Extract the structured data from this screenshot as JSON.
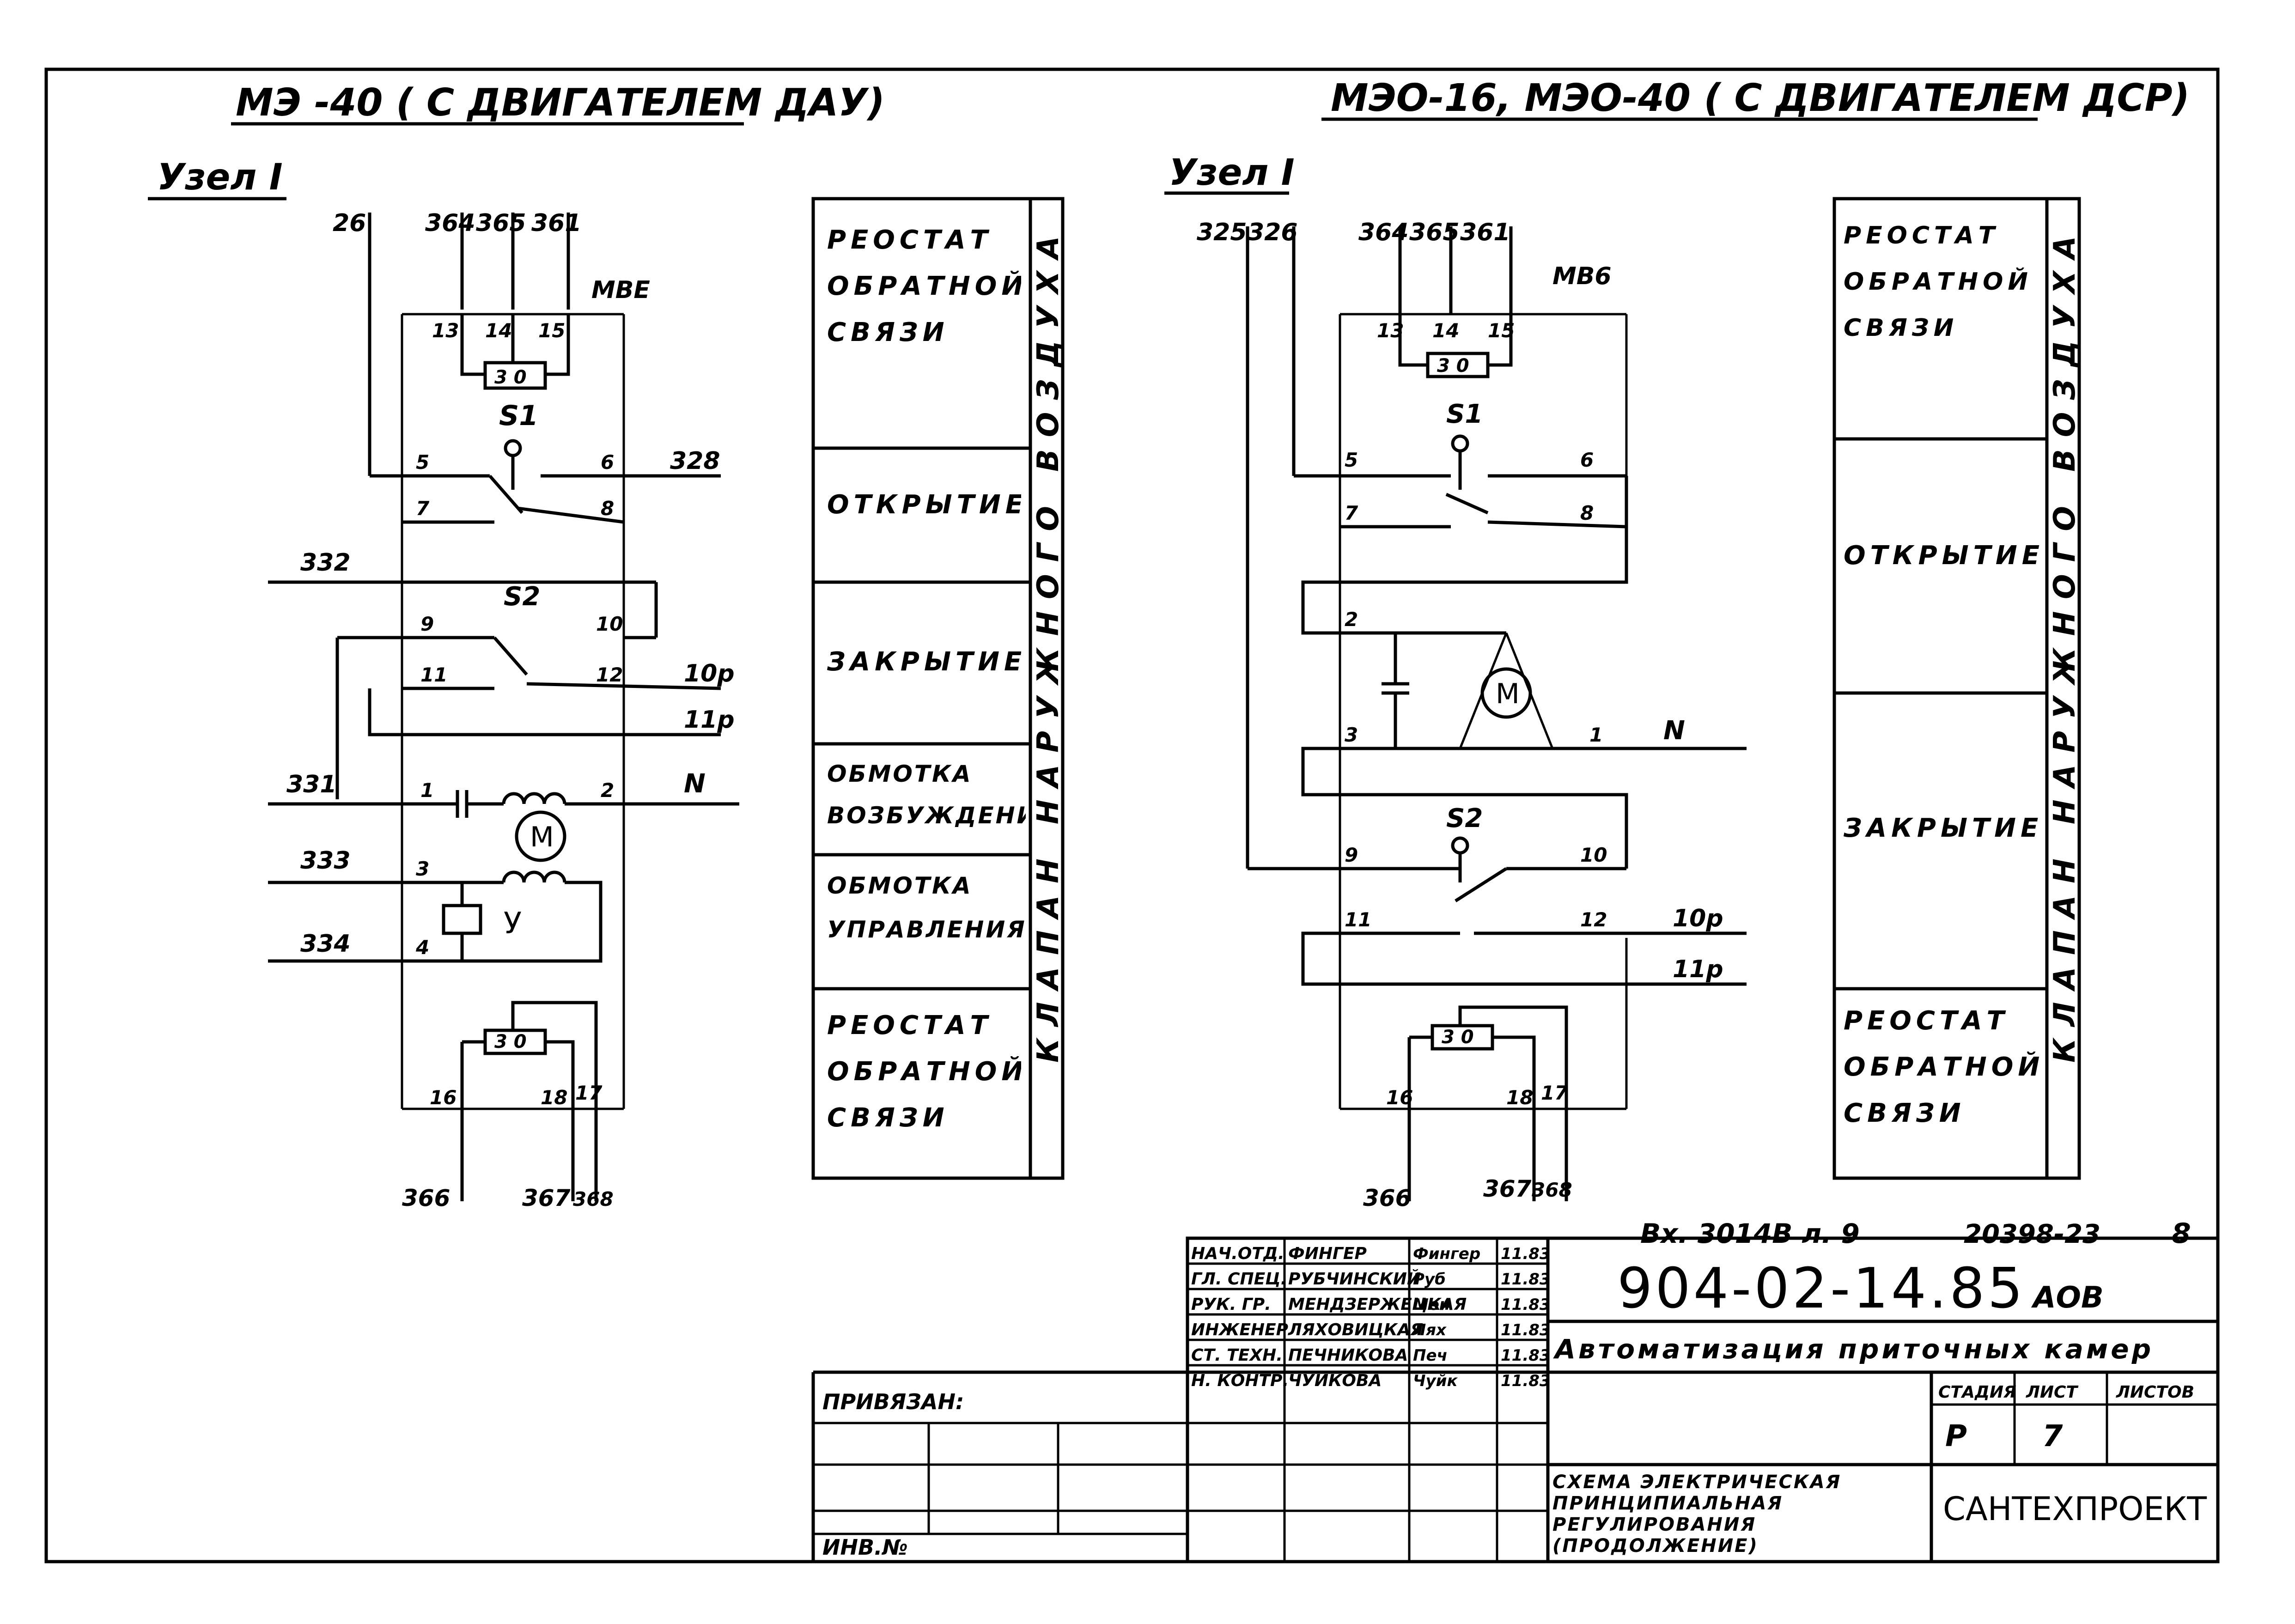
{
  "titles": {
    "left": "МЭ -40 ( С ДВИГАТЕЛЕМ ДАУ)",
    "right": "МЭО-16, МЭО-40 ( С ДВИГАТЕЛЕМ ДСР)",
    "node_left": "Узел I",
    "node_right": "Узел I"
  },
  "left_scheme": {
    "wires_top": [
      "26",
      "364",
      "365",
      "361"
    ],
    "mbe": "МВЕ",
    "pins_top": [
      "13",
      "14",
      "15"
    ],
    "rheo": "3 0",
    "s1": "S1",
    "s2": "S2",
    "pins": [
      "5",
      "6",
      "7",
      "8",
      "9",
      "10",
      "11",
      "12",
      "1",
      "2",
      "3",
      "4",
      "16",
      "18",
      "17"
    ],
    "ext": [
      "328",
      "332",
      "10р",
      "11р",
      "331",
      "N",
      "333",
      "334"
    ],
    "motor": "М",
    "y": "У",
    "bottom": [
      "366",
      "367",
      "368"
    ]
  },
  "right_scheme": {
    "wires_top": [
      "325",
      "326",
      "364",
      "365",
      "361"
    ],
    "mbe": "МВ6",
    "pins_top": [
      "13",
      "14",
      "15"
    ],
    "rheo": "3 0",
    "s1": "S1",
    "s2": "S2",
    "pins": [
      "5",
      "6",
      "7",
      "8",
      "2",
      "3",
      "1",
      "9",
      "10",
      "11",
      "12",
      "16",
      "18",
      "17"
    ],
    "ext": [
      "N",
      "10р",
      "11р"
    ],
    "motor": "М",
    "bottom": [
      "366",
      "367",
      "368"
    ]
  },
  "legend_left": {
    "rows": [
      "РЕОСТАТ ОБРАТНОЙ СВЯЗИ",
      "ОТКРЫТИЕ",
      "ЗАКРЫТИЕ",
      "ОБМОТКА ВОЗБУЖДЕНИЯ",
      "ОБМОТКА УПРАВЛЕНИЯ",
      "РЕОСТАТ ОБРАТНОЙ СВЯЗИ"
    ],
    "side": "КЛАПАН НАРУЖНОГО ВОЗДУХА"
  },
  "legend_right": {
    "rows": [
      "РЕОСТАТ ОБРАТНОЙ СВЯЗИ",
      "ОТКРЫТИЕ",
      "ЗАКРЫТИЕ",
      "РЕОСТАТ ОБРАТНОЙ СВЯЗИ"
    ],
    "side": "КЛАПАН НАРУЖНОГО ВОЗДУХА"
  },
  "stamp": {
    "ref": "Вх. 3014В л. 9",
    "copy": "20398-23",
    "corner": "8",
    "doc_number": "904-02-14.85",
    "section": "АОВ",
    "project": "Автоматизация приточных камер",
    "sheet_title": "СХЕМА ЭЛЕКТРИЧЕСКАЯ ПРИНЦИПИАЛЬНАЯ РЕГУЛИРОВАНИЯ (ПРОДОЛЖЕНИЕ)",
    "org": "САНТЕХПРОЕКТ",
    "stage_label": "СТАДИЯ",
    "sheet_label": "ЛИСТ",
    "sheets_label": "ЛИСТОВ",
    "stage": "Р",
    "sheet": "7",
    "bound": "ПРИВЯЗАН:",
    "inv": "ИНВ.№",
    "people": [
      {
        "role": "НАЧ.ОТД.",
        "name": "ФИНГЕР",
        "sign": "Фингер",
        "date": "11.83"
      },
      {
        "role": "ГЛ. СПЕЦ.",
        "name": "РУБЧИНСКИЙ",
        "sign": "Руб",
        "date": "11.83"
      },
      {
        "role": "РУК. ГР.",
        "name": "МЕНДЗЕРЖЕЦКАЯ",
        "sign": "Мен",
        "date": "11.83"
      },
      {
        "role": "ИНЖЕНЕР",
        "name": "ЛЯХОВИЦКАЯ",
        "sign": "Лях",
        "date": "11.83"
      },
      {
        "role": "СТ. ТЕХН.",
        "name": "ПЕЧНИКОВА",
        "sign": "Печ",
        "date": "11.83"
      },
      {
        "role": "Н. КОНТР.",
        "name": "ЧУЙКОВА",
        "sign": "Чуйк",
        "date": "11.83"
      }
    ]
  }
}
